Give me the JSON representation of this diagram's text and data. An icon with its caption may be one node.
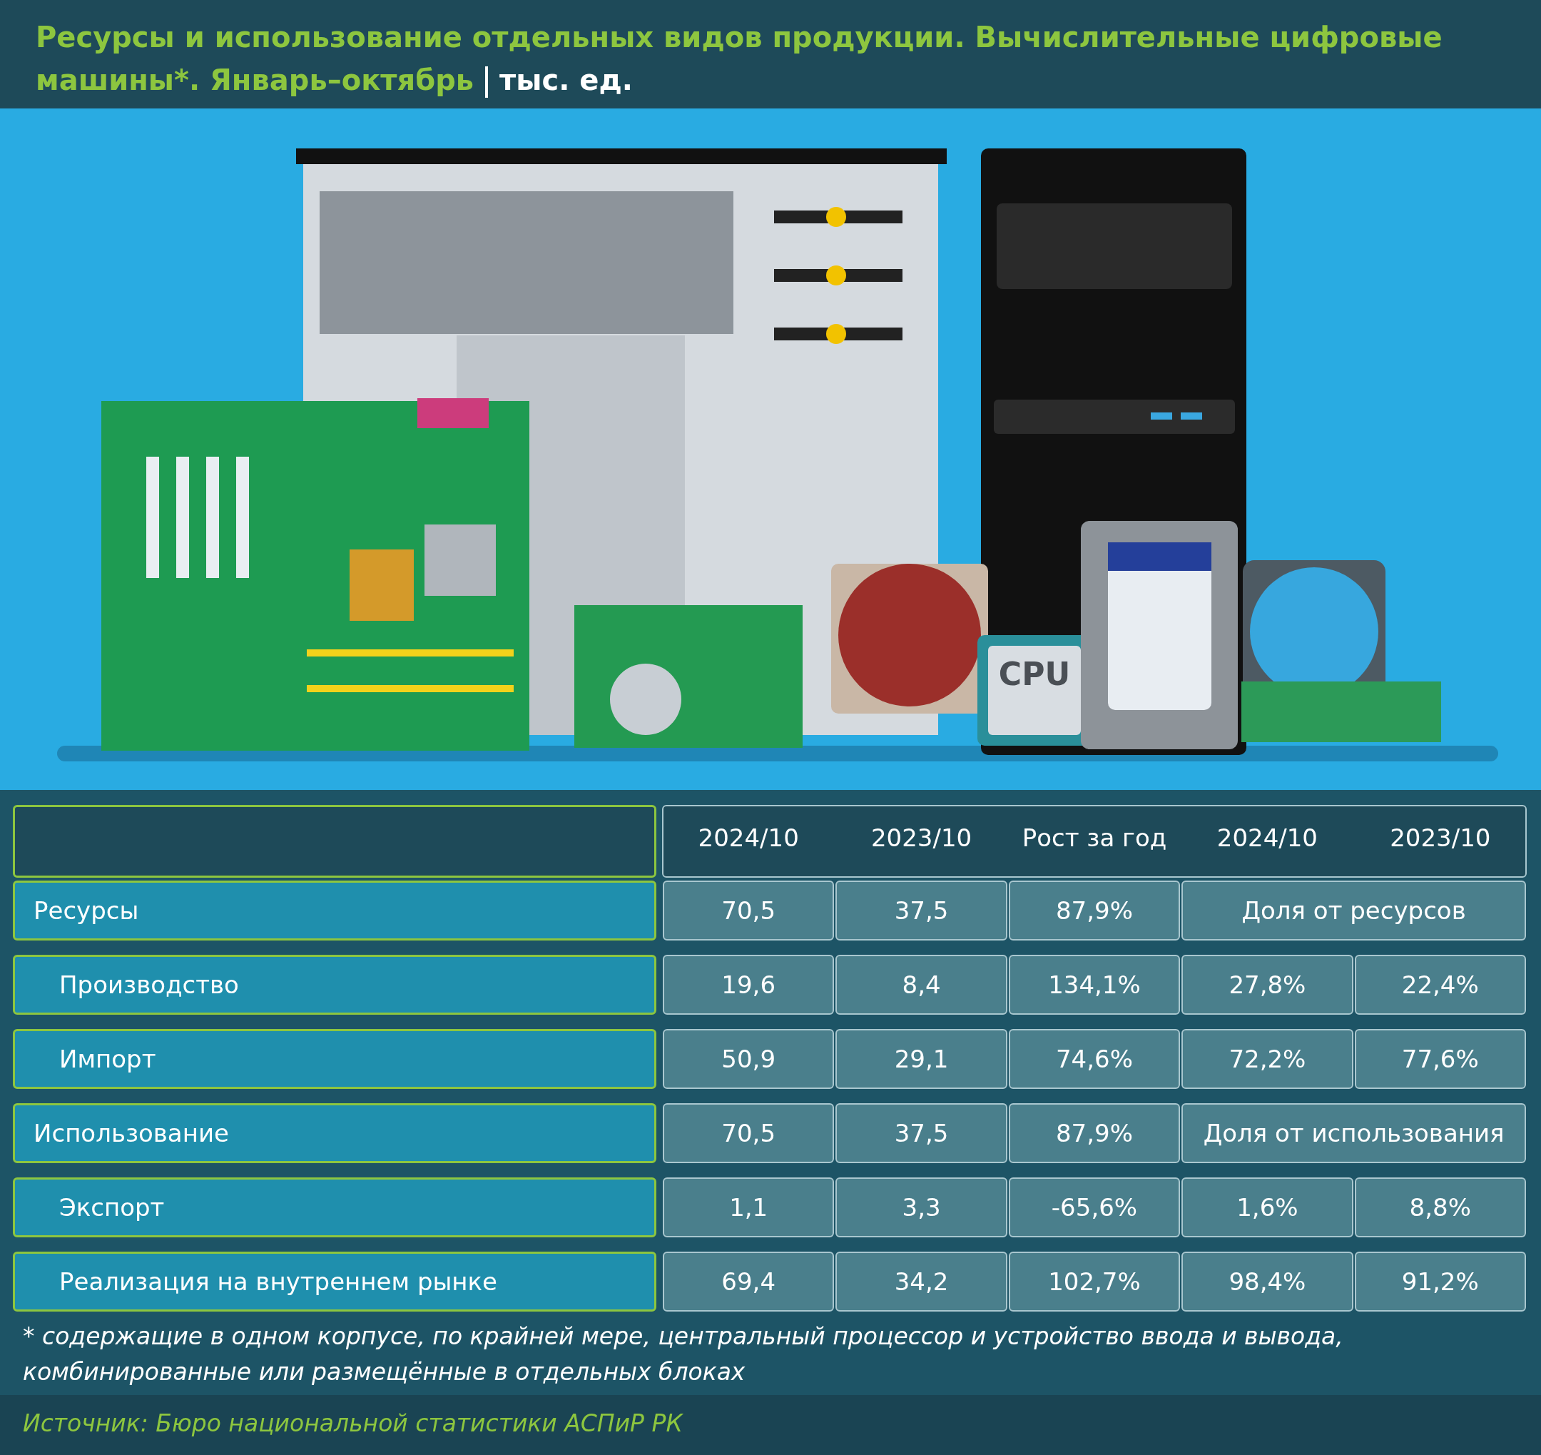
{
  "diagram": {
    "title": "Ресурсы и использование отдельных видов продукции. Вычислительные цифровые машины*. Январь–октябрь",
    "labels": [
      "тыс. ед.",
      "CPU",
      "2024/10",
      "2023/10",
      "Рост за год",
      "2024/10",
      "2023/10",
      "Ресурсы",
      "70,5",
      "37,5",
      "87,9%",
      "Доля от ресурсов",
      "Производство",
      "19,6",
      "8,4",
      "134,1%",
      "27,8%",
      "22,4%",
      "Импорт",
      "50,9",
      "29,1",
      "74,6%",
      "72,2%",
      "77,6%",
      "Использование",
      "70,5",
      "37,5",
      "87,9%",
      "Доля от использования",
      "Экспорт",
      "1,1",
      "3,3",
      "-65,6%",
      "1,6%",
      "8,8%",
      "Реализация на внутреннем рынке",
      "69,4",
      "34,2",
      "102,7%",
      "98,4%",
      "91,2%",
      "* содержащие в одном корпусе, по крайней мере, центральный процессор и устройство ввода и вывода, комбинированные или размещённые в отдельных блоках",
      "Источник: Бюро национальной статистики АСПиР РК"
    ]
  }
}
